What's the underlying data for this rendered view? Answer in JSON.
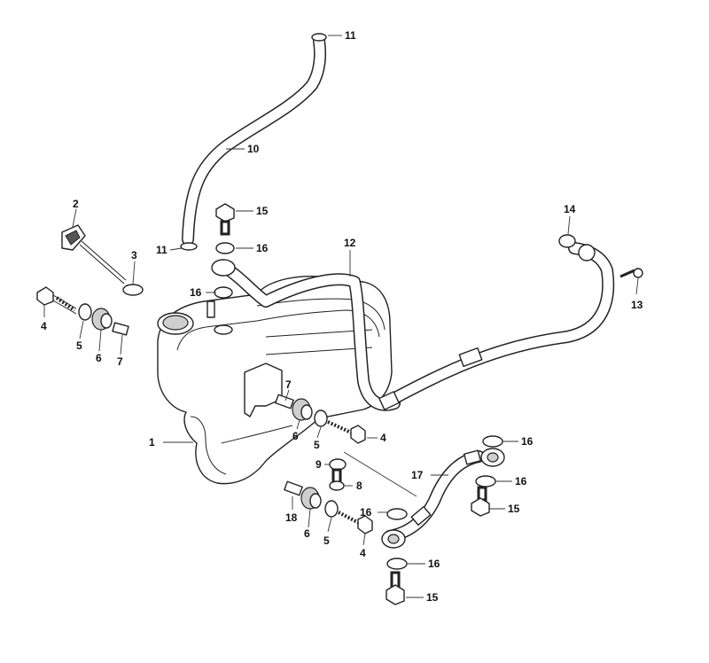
{
  "diagram": {
    "callouts": {
      "c1": "1",
      "c2": "2",
      "c3": "3",
      "c4a": "4",
      "c4b": "4",
      "c4c": "4",
      "c5a": "5",
      "c5b": "5",
      "c5c": "5",
      "c6a": "6",
      "c6b": "6",
      "c6c": "6",
      "c7a": "7",
      "c7b": "7",
      "c8": "8",
      "c9": "9",
      "c10": "10",
      "c11a": "11",
      "c11b": "11",
      "c12": "12",
      "c13": "13",
      "c14": "14",
      "c15a": "15",
      "c15b": "15",
      "c15c": "15",
      "c16a": "16",
      "c16b": "16",
      "c16c": "16",
      "c16d": "16",
      "c16e": "16",
      "c16f": "16",
      "c17": "17",
      "c18": "18"
    }
  }
}
